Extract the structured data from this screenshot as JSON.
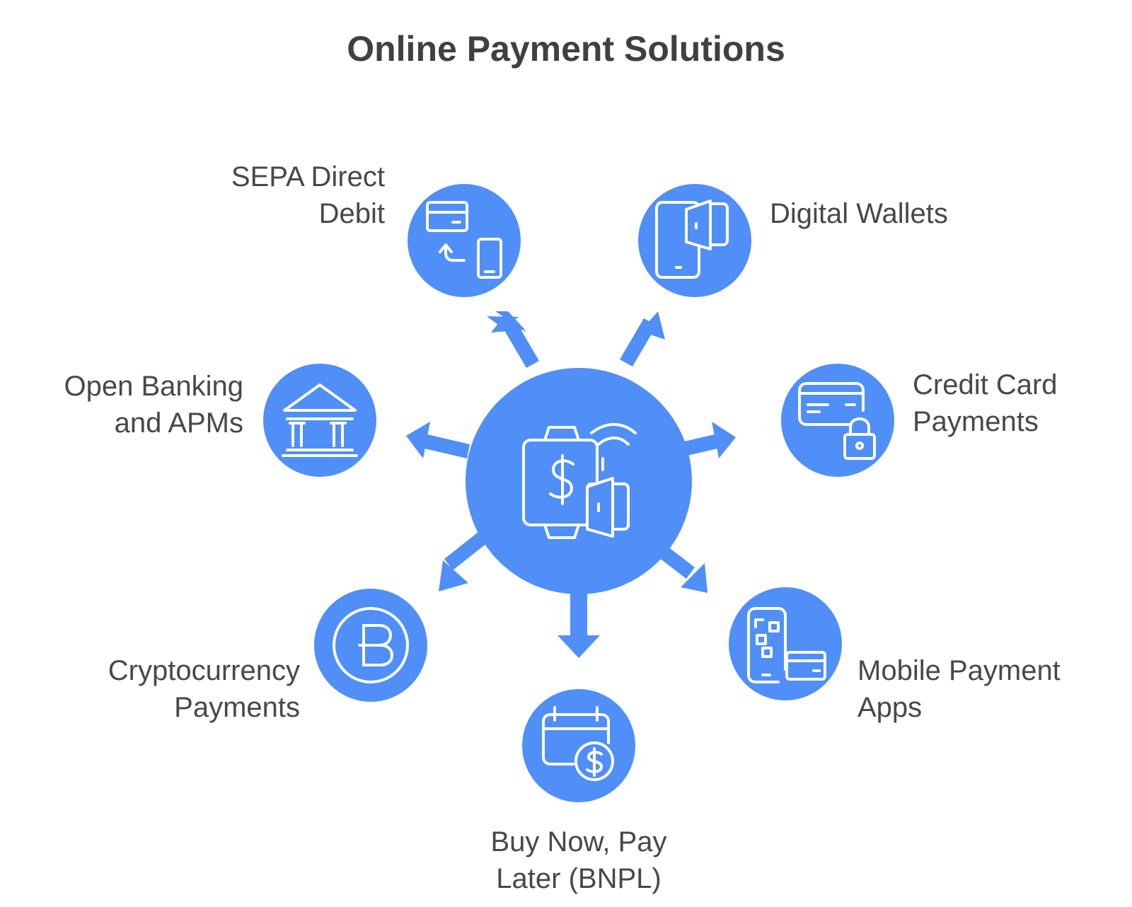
{
  "title": "Online Payment Solutions",
  "center": {
    "icon": "wallet-payment-icon"
  },
  "nodes": [
    {
      "id": "sepa",
      "label": [
        "SEPA Direct",
        "Debit"
      ],
      "icon": "card-phone-transfer-icon"
    },
    {
      "id": "wallets",
      "label": [
        "Digital Wallets"
      ],
      "icon": "phone-wallet-icon"
    },
    {
      "id": "credit",
      "label": [
        "Credit Card",
        "Payments"
      ],
      "icon": "card-lock-icon"
    },
    {
      "id": "mobile",
      "label": [
        "Mobile Payment",
        "Apps"
      ],
      "icon": "phone-qr-card-icon"
    },
    {
      "id": "bnpl",
      "label": [
        "Buy Now, Pay",
        "Later (BNPL)"
      ],
      "icon": "calendar-dollar-icon"
    },
    {
      "id": "crypto",
      "label": [
        "Cryptocurrency",
        "Payments"
      ],
      "icon": "bitcoin-icon"
    },
    {
      "id": "banking",
      "label": [
        "Open Banking",
        "and APMs"
      ],
      "icon": "bank-icon"
    }
  ],
  "colors": {
    "accent": "#4f8ff7",
    "text": "#484848",
    "title": "#404040"
  }
}
